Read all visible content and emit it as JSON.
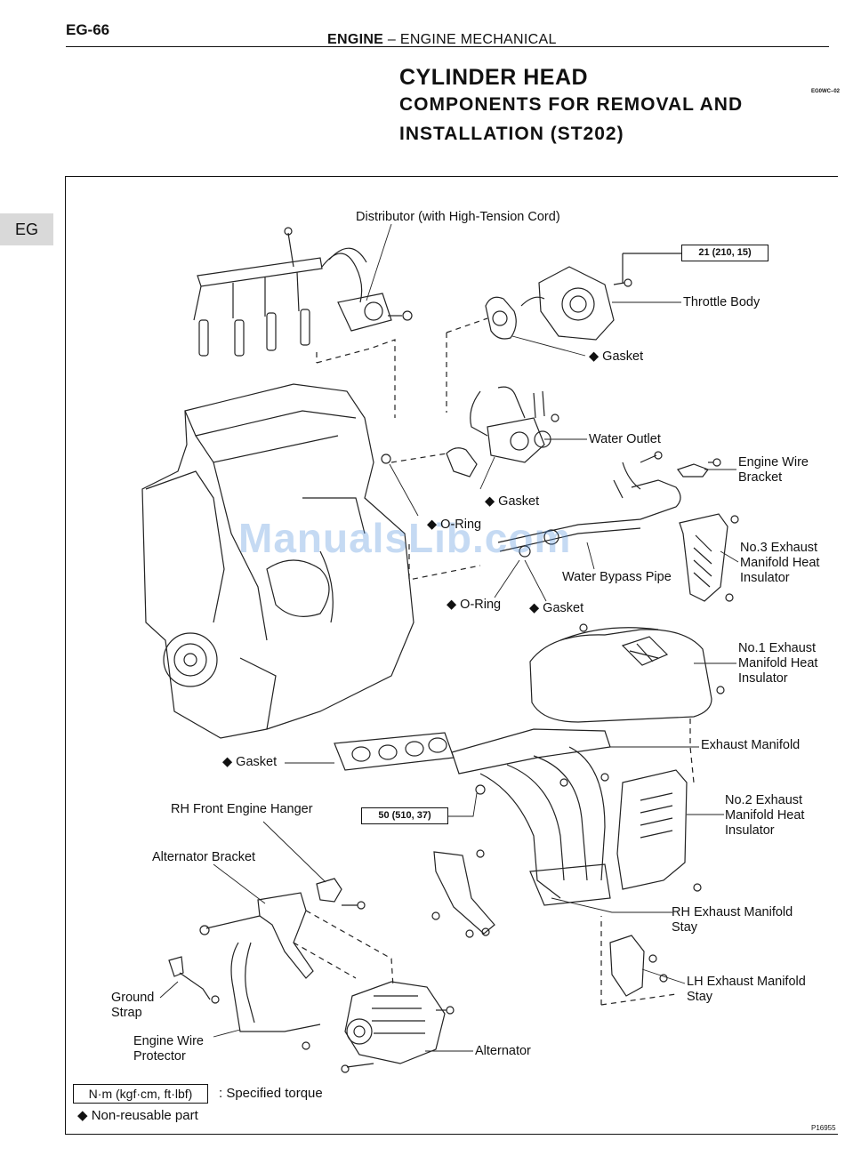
{
  "header": {
    "page_number": "EG-66",
    "section_bold": "ENGINE",
    "section_rest": " – ENGINE MECHANICAL",
    "doc_code": "EG0WC–02"
  },
  "title": {
    "line1": "CYLINDER HEAD",
    "line2": "COMPONENTS FOR REMOVAL AND",
    "line3": "INSTALLATION (ST202)"
  },
  "side_tab": "EG",
  "watermark": "ManualsLib.com",
  "labels": {
    "distributor": "Distributor (with High-Tension Cord)",
    "throttle_body": "Throttle Body",
    "gasket_throttle": "◆ Gasket",
    "water_outlet": "Water Outlet",
    "engine_wire_bracket": "Engine Wire\nBracket",
    "gasket_water_outlet": "◆ Gasket",
    "o_ring_upper": "◆ O-Ring",
    "no3_insulator": "No.3 Exhaust\nManifold Heat\nInsulator",
    "water_bypass_pipe": "Water Bypass Pipe",
    "o_ring_lower": "◆ O-Ring",
    "gasket_bypass": "◆ Gasket",
    "no1_insulator": "No.1 Exhaust\nManifold Heat\nInsulator",
    "exhaust_manifold": "Exhaust Manifold",
    "gasket_exhaust": "◆ Gasket",
    "rh_front_hanger": "RH Front Engine Hanger",
    "no2_insulator": "No.2 Exhaust\nManifold Heat\nInsulator",
    "alternator_bracket": "Alternator Bracket",
    "rh_manifold_stay": "RH Exhaust Manifold\nStay",
    "lh_manifold_stay": "LH Exhaust Manifold\nStay",
    "ground_strap": "Ground\nStrap",
    "engine_wire_protector": "Engine Wire\nProtector",
    "alternator": "Alternator"
  },
  "torques": {
    "throttle_body_torque": "21 (210, 15)",
    "exhaust_manifold_torque": "50 (510, 37)"
  },
  "legend": {
    "torque_unit": "N·m (kgf·cm, ft·lbf)",
    "torque_desc": ": Specified torque",
    "non_reusable": "◆ Non-reusable part"
  },
  "figure_code": "P16955"
}
